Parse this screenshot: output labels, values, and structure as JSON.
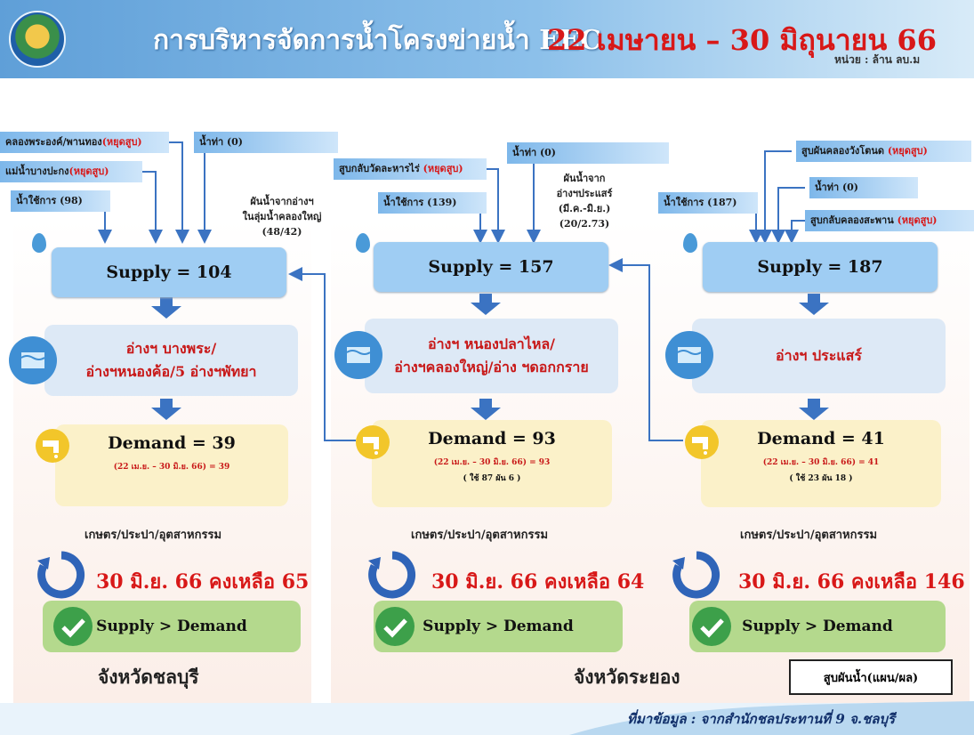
{
  "header": {
    "title": "การบริหารจัดการน้ำโครงข่ายน้ำ EEC",
    "date_range": "22 เมษายน – 30 มิถุนายน 66",
    "unit": "หน่วย : ล้าน ลบ.ม"
  },
  "colors": {
    "header_blue": "#5f9fd8",
    "supply_box": "#9fcdf3",
    "reservoir_box": "#dde9f6",
    "demand_box": "#fbf1c9",
    "status_box": "#b4d98d",
    "highlight_red": "#d81818",
    "arrow_blue": "#3b73c2"
  },
  "regions": {
    "chonburi": {
      "inputs": [
        {
          "text": "คลองพระองค์/พานทอง",
          "status": "(หยุดสูบ)"
        },
        {
          "text": "แม่น้ำบางปะกง",
          "status": "(หยุดสูบ)"
        },
        {
          "text": "น้ำใช้การ (98)",
          "status": ""
        },
        {
          "text": "น้ำท่า (0)",
          "status": ""
        }
      ],
      "supply": "Supply = 104",
      "reservoir_line1": "อ่างฯ บางพระ/",
      "reservoir_line2": "อ่างฯหนองค้อ/5 อ่างฯพัทยา",
      "demand": "Demand = 39",
      "demand_detail": "(22 เม.ย. – 30 มิ.ย. 66) = 39",
      "usage": "เกษตร/ประปา/อุตสาหกรรม",
      "remaining": "30 มิ.ย. 66 คงเหลือ 65",
      "status": "Supply > Demand",
      "province": "จังหวัดชลบุรี"
    },
    "rayong": {
      "transfer_line1": "ผันน้ำจากอ่างฯ",
      "transfer_line2": "ในลุ่มน้ำคลองใหญ่",
      "transfer_value": "(48/42)",
      "inputs": [
        {
          "text": "สูบกลับวัดละหารไร่ ",
          "status": "(หยุดสูบ)"
        },
        {
          "text": "น้ำใช้การ (139)",
          "status": ""
        },
        {
          "text": "น้ำท่า (0)",
          "status": ""
        }
      ],
      "prasae_line1": "ผันน้ำจาก",
      "prasae_line2": "อ่างฯประแสร์",
      "prasae_line3": "(มี.ค.-มิ.ย.)",
      "prasae_value": "(20/2.73)",
      "supply": "Supply = 157",
      "reservoir_line1": "อ่างฯ หนองปลาไหล/",
      "reservoir_line2": "อ่างฯคลองใหญ่/อ่าง ฯดอกกราย",
      "demand": "Demand  =  93",
      "demand_detail": "(22 เม.ย. – 30 มิ.ย. 66) = 93",
      "demand_note": "( ใช้ 87 ผัน 6 )",
      "usage": "เกษตร/ประปา/อุตสาหกรรม",
      "remaining": "30 มิ.ย. 66 คงเหลือ 64",
      "status": "Supply > Demand",
      "province": "จังหวัดระยอง"
    },
    "prasae": {
      "inputs": [
        {
          "text": "สูบผันคลองวังโตนด ",
          "status": "(หยุดสูบ)"
        },
        {
          "text": "น้ำใช้การ (187)",
          "status": ""
        },
        {
          "text": "น้ำท่า (0)",
          "status": ""
        },
        {
          "text": "สูบกลับคลองสะพาน ",
          "status": "(หยุดสูบ)"
        }
      ],
      "supply": "Supply = 187",
      "reservoir": "อ่างฯ ประแสร์",
      "demand": "Demand  =  41",
      "demand_detail": "(22 เม.ย. – 30 มิ.ย. 66) = 41",
      "demand_note": "( ใช้ 23 ผัน 18 )",
      "usage": "เกษตร/ประปา/อุตสาหกรรม",
      "remaining": "30 มิ.ย. 66 คงเหลือ 146",
      "status": "Supply > Demand"
    }
  },
  "legend": "สูบผันน้ำ(แผน/ผล)",
  "source": "ที่มาข้อมูล : จากสำนักชลประทานที่ 9 จ.ชลบุรี"
}
